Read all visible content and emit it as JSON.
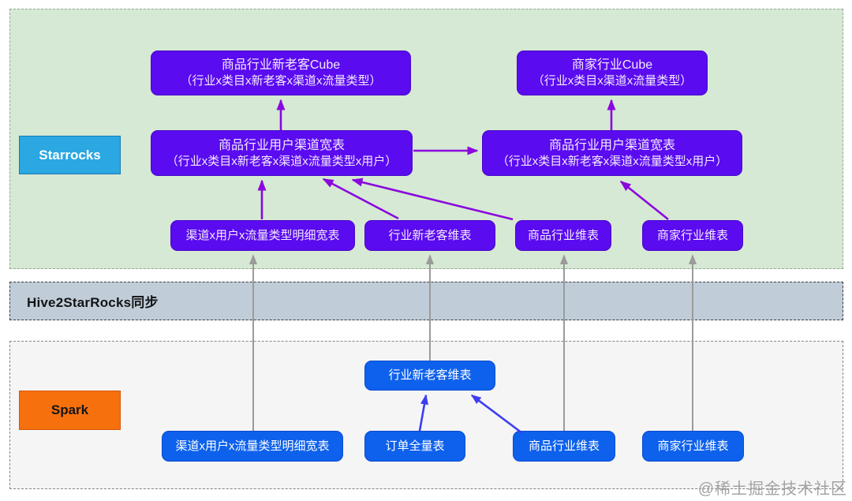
{
  "colors": {
    "green_bg": "#d6e9d4",
    "band_bg": "#c0cdd9",
    "bottom_bg": "#f5f5f6",
    "purple_box": "#5a0bf0",
    "purple_box_border": "#4a09c8",
    "blue_box": "#0d61ec",
    "blue_box_border": "#0a4bd0",
    "starrocks_fill": "#2ba7e2",
    "spark_fill": "#f7700e",
    "purple_arrow": "#8a07de",
    "blue_arrow": "#3d3df2",
    "gray_arrow": "#9b9b9b"
  },
  "starrocks_layer": {
    "label": "Starrocks",
    "cube_left_title": "商品行业新老客Cube",
    "cube_left_subtitle": "（行业x类目x新老客x渠道x流量类型）",
    "cube_right_title": "商家行业Cube",
    "cube_right_subtitle": "（行业x类目x渠道x流量类型）",
    "wide_left_title": "商品行业用户渠道宽表",
    "wide_left_subtitle": "（行业x类目x新老客x渠道x流量类型x用户）",
    "wide_right_title": "商品行业用户渠道宽表",
    "wide_right_subtitle": "（行业x类目x新老客x渠道x流量类型x用户）",
    "dim_tables": [
      "渠道x用户x流量类型明细宽表",
      "行业新老客维表",
      "商品行业维表",
      "商家行业维表"
    ]
  },
  "sync_layer": {
    "label": "Hive2StarRocks同步"
  },
  "spark_layer": {
    "label": "Spark",
    "derived_table": "行业新老客维表",
    "source_tables": [
      "渠道x用户x流量类型明细宽表",
      "订单全量表",
      "商品行业维表",
      "商家行业维表"
    ]
  },
  "watermark": "@稀土掘金技术社区"
}
